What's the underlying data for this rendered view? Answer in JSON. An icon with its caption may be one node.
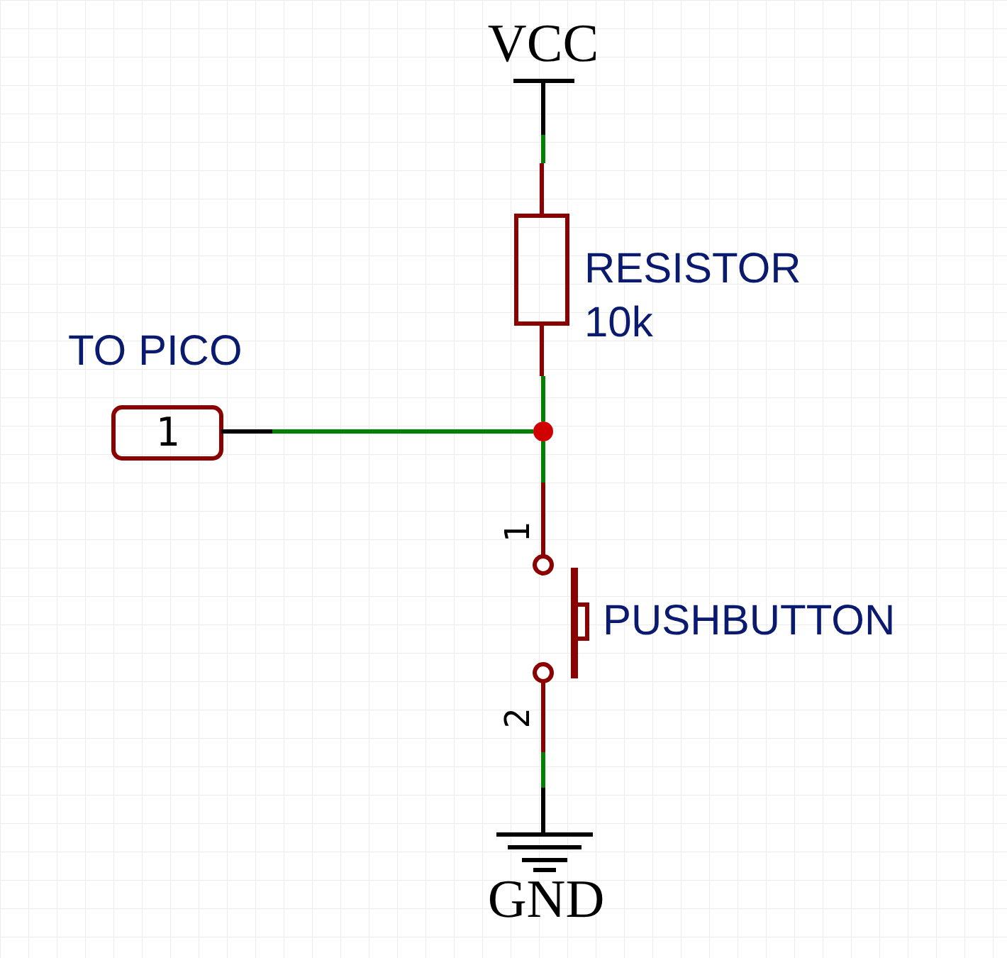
{
  "diagram": {
    "nodes": [
      {
        "text": [
          "VCC"
        ]
      },
      {
        "text": [],
        "shape": "box",
        "beside": [
          "RESISTOR",
          "10k"
        ]
      },
      {
        "text": [],
        "shape": "circle"
      },
      {
        "text": [
          "1"
        ],
        "beside": [
          "TO PICO"
        ]
      },
      {
        "text": [],
        "shape": "picture",
        "beside": [
          "PUSHBUTTON"
        ]
      },
      {
        "text": [
          "GND"
        ]
      }
    ],
    "edges": [
      {
        "from": 0,
        "to": 1,
        "arrow": "none"
      },
      {
        "from": 1,
        "to": 2,
        "arrow": "none"
      },
      {
        "from": 3,
        "to": 2,
        "arrow": "none"
      },
      {
        "from": 2,
        "to": 4,
        "arrow": "none"
      },
      {
        "from": 4,
        "to": 5,
        "arrow": "none"
      }
    ],
    "labels": [
      "1",
      "2"
    ]
  }
}
